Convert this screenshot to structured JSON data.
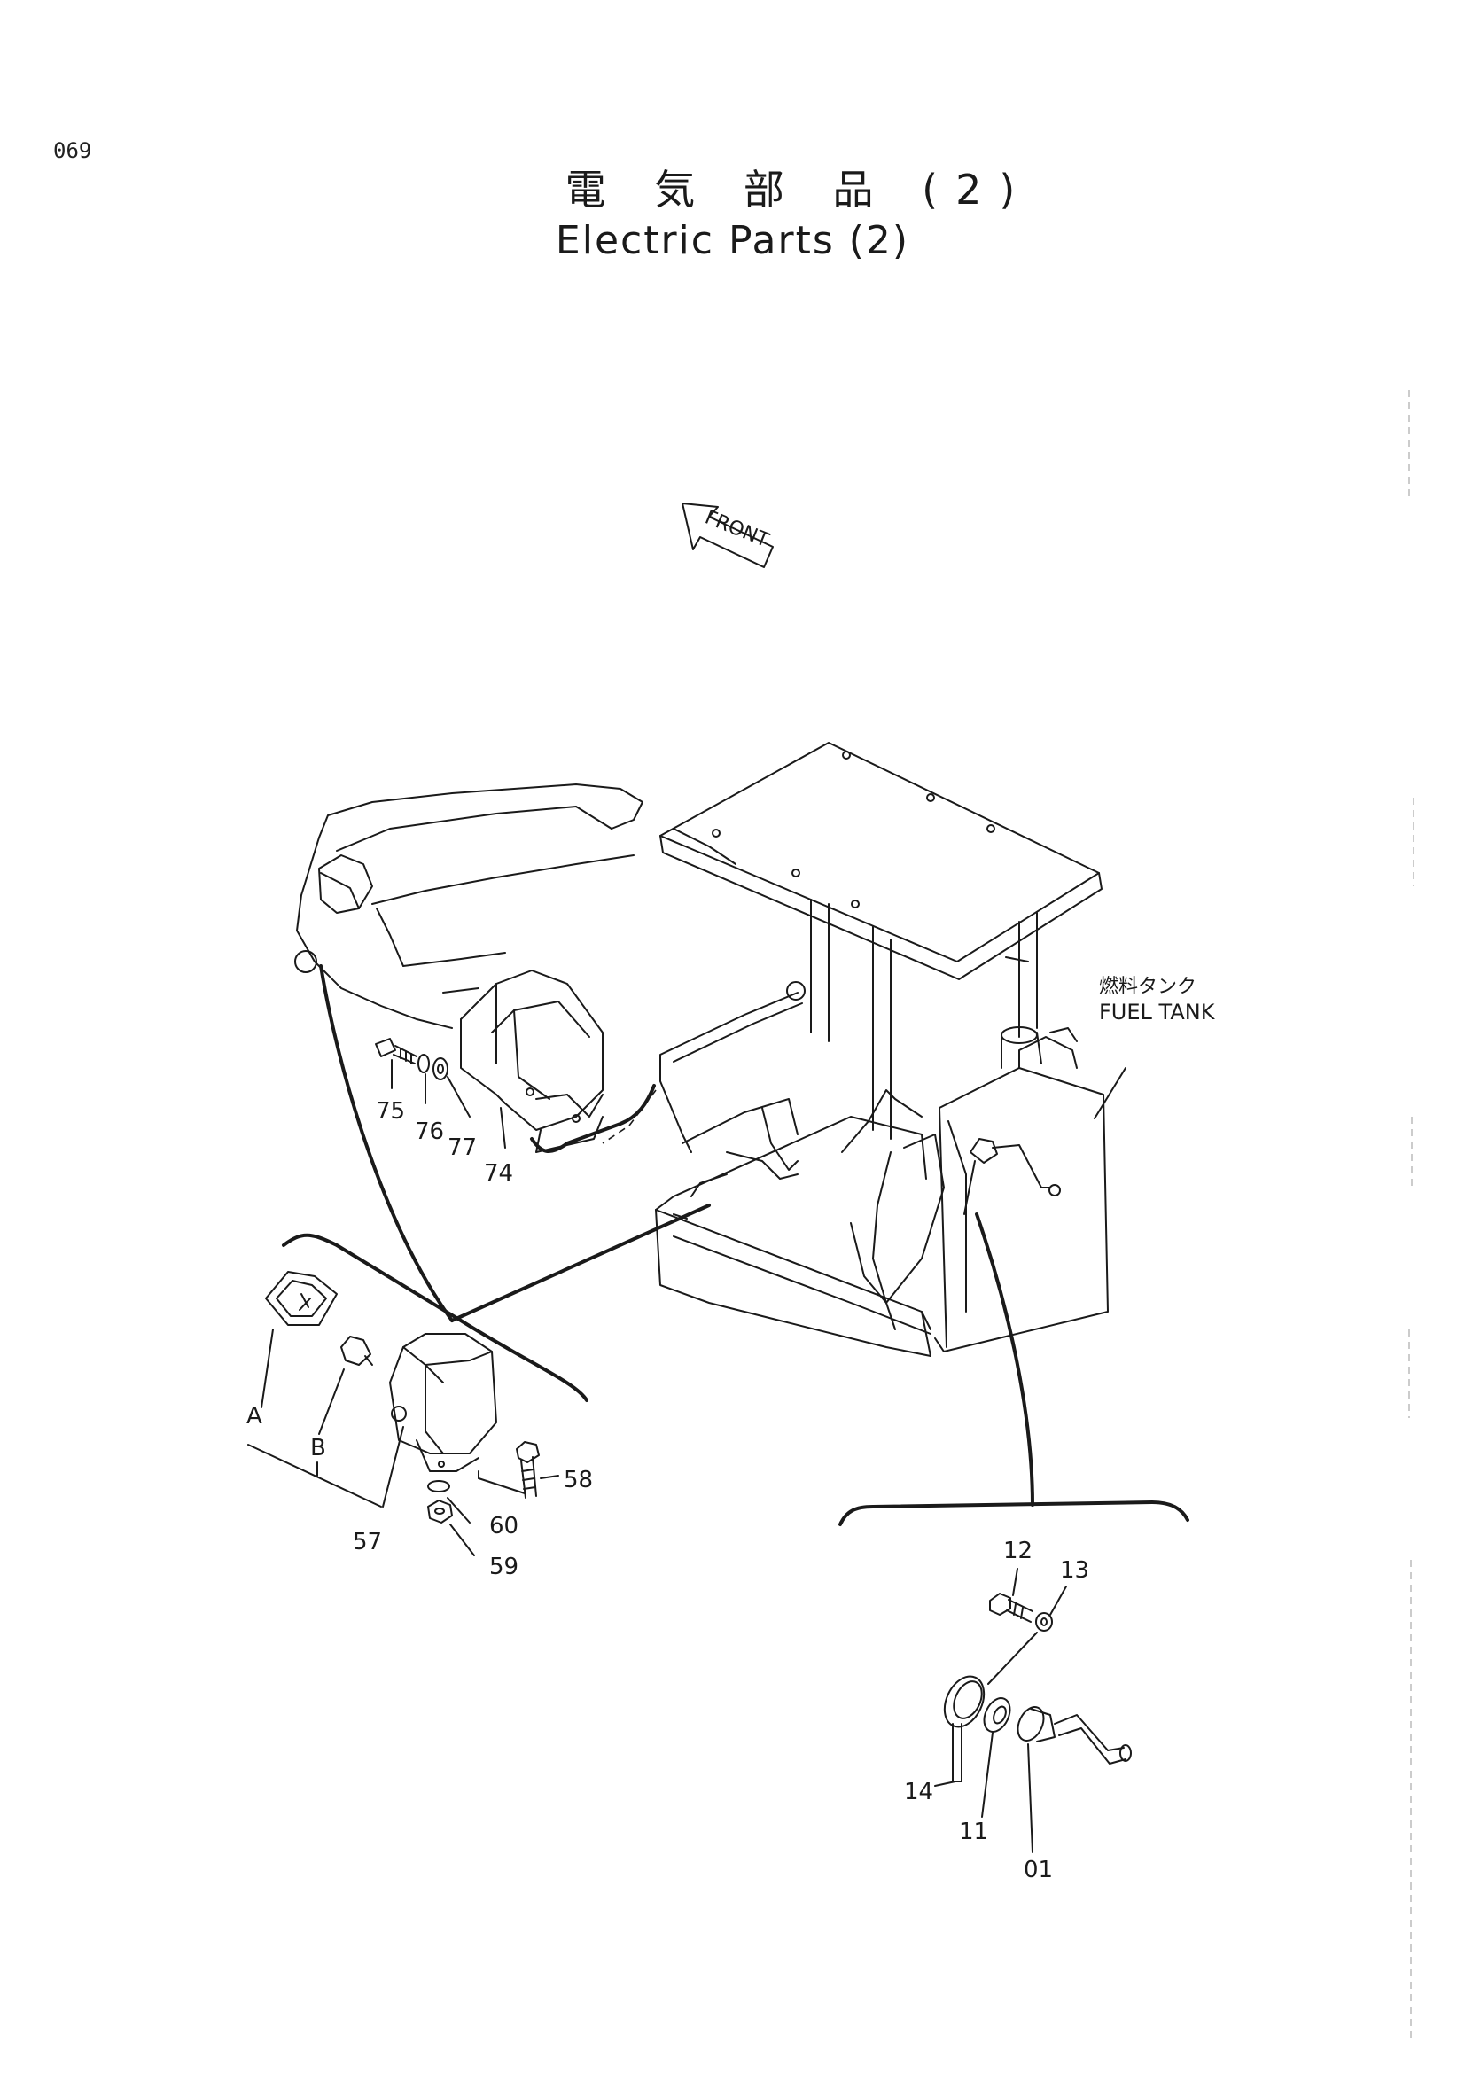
{
  "page": {
    "number": "069"
  },
  "title": {
    "japanese": "電 気 部 品 (2)",
    "english": "Electric Parts (2)"
  },
  "front_arrow": {
    "label": "FRONT"
  },
  "component_label": {
    "japanese": "燃料タンク",
    "english": "FUEL TANK"
  },
  "callouts": {
    "p75": "75",
    "p76": "76",
    "p77": "77",
    "p74": "74",
    "pA": "A",
    "pB": "B",
    "p57": "57",
    "p58": "58",
    "p60": "60",
    "p59": "59",
    "p12": "12",
    "p13": "13",
    "p14": "14",
    "p11": "11",
    "p01": "01"
  }
}
